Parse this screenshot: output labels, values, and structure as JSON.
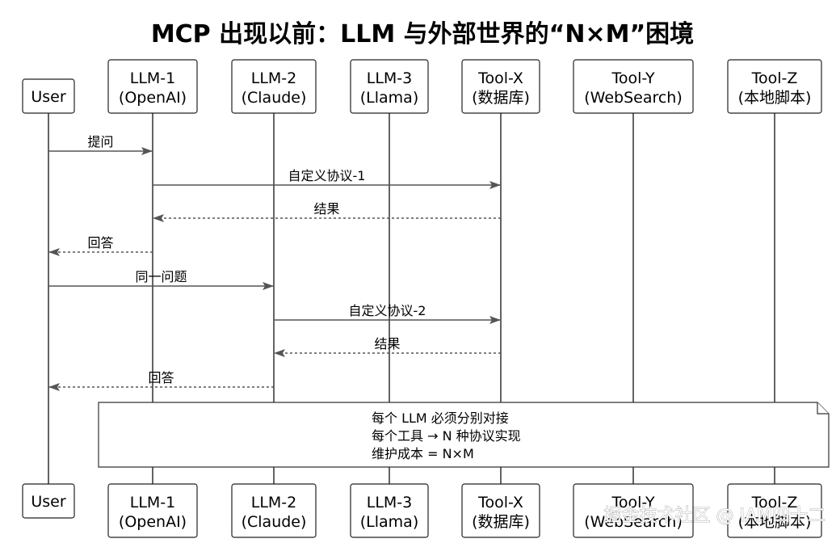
{
  "title": {
    "text": "MCP 出现以前：LLM 与外部世界的“N×M”困境"
  },
  "participants": [
    {
      "id": "user",
      "lines": [
        "User"
      ]
    },
    {
      "id": "llm1",
      "lines": [
        "LLM-1",
        "(OpenAI)"
      ]
    },
    {
      "id": "llm2",
      "lines": [
        "LLM-2",
        "(Claude)"
      ]
    },
    {
      "id": "llm3",
      "lines": [
        "LLM-3",
        "(Llama)"
      ]
    },
    {
      "id": "toolx",
      "lines": [
        "Tool-X",
        "(数据库)"
      ]
    },
    {
      "id": "tooly",
      "lines": [
        "Tool-Y",
        "(WebSearch)"
      ]
    },
    {
      "id": "toolz",
      "lines": [
        "Tool-Z",
        "(本地脚本)"
      ]
    }
  ],
  "messages": [
    {
      "from": "user",
      "to": "llm1",
      "label": "提问",
      "style": "solid"
    },
    {
      "from": "llm1",
      "to": "toolx",
      "label": "自定义协议-1",
      "style": "solid"
    },
    {
      "from": "toolx",
      "to": "llm1",
      "label": "结果",
      "style": "dashed"
    },
    {
      "from": "llm1",
      "to": "user",
      "label": "回答",
      "style": "dashed"
    },
    {
      "from": "user",
      "to": "llm2",
      "label": "同一问题",
      "style": "solid"
    },
    {
      "from": "llm2",
      "to": "toolx",
      "label": "自定义协议-2",
      "style": "solid"
    },
    {
      "from": "toolx",
      "to": "llm2",
      "label": "结果",
      "style": "dashed"
    },
    {
      "from": "llm2",
      "to": "user",
      "label": "回答",
      "style": "dashed"
    }
  ],
  "note": {
    "lines": [
      "每个 LLM 必须分别对接",
      "每个工具 → N 种协议实现",
      "维护成本 = N×M"
    ]
  },
  "watermark": {
    "text": "掘金技术社区 @ IAM四十二"
  },
  "colors": {
    "message_line": "#555555",
    "box_stroke": "#222222",
    "background": "#ffffff"
  }
}
